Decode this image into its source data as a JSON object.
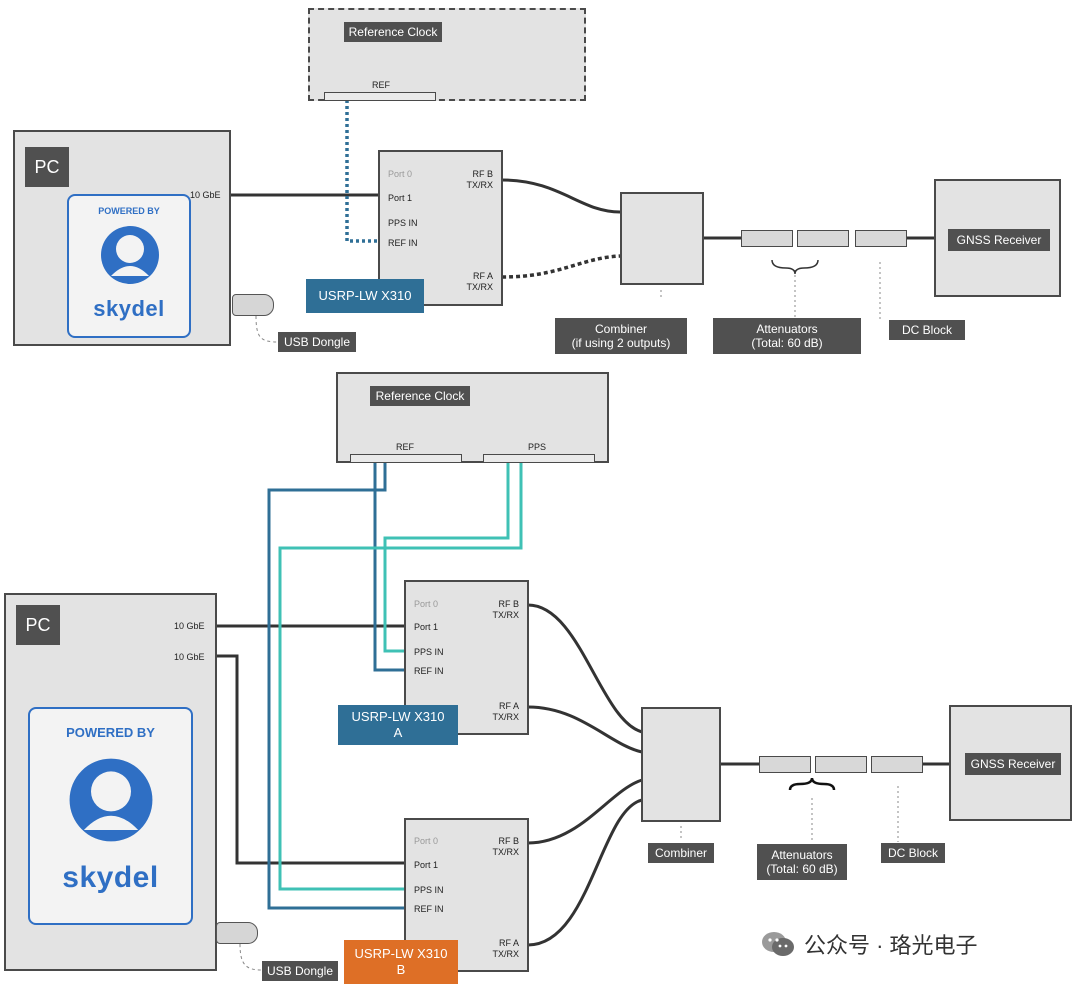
{
  "diagram_top": {
    "ref_clock": {
      "title": "Reference Clock",
      "ref_label": "REF"
    },
    "pc": {
      "label": "PC",
      "port_label": "10 GbE",
      "logo_top": "POWERED BY",
      "logo_brand": "skydel"
    },
    "usb_dongle": "USB Dongle",
    "usrp": {
      "name": "USRP-LW X310",
      "ports_left": [
        "Port 0",
        "Port 1",
        "PPS IN",
        "REF IN"
      ],
      "rf_b": [
        "RF B",
        "TX/RX"
      ],
      "rf_a": [
        "RF A",
        "TX/RX"
      ]
    },
    "combiner_label": [
      "Combiner",
      "(if using 2 outputs)"
    ],
    "attenuators_label": [
      "Attenuators",
      "(Total: 60 dB)"
    ],
    "dc_block": "DC Block",
    "gnss": "GNSS Receiver"
  },
  "diagram_bottom": {
    "ref_clock": {
      "title": "Reference Clock",
      "ref_label": "REF",
      "pps_label": "PPS"
    },
    "pc": {
      "label": "PC",
      "port_label_1": "10 GbE",
      "port_label_2": "10 GbE",
      "logo_top": "POWERED BY",
      "logo_brand": "skydel"
    },
    "usb_dongle": "USB Dongle",
    "usrp_a": {
      "name": "USRP-LW X310",
      "suffix": "A",
      "ports_left": [
        "Port 0",
        "Port 1",
        "PPS IN",
        "REF IN"
      ],
      "rf_b": [
        "RF B",
        "TX/RX"
      ],
      "rf_a": [
        "RF A",
        "TX/RX"
      ]
    },
    "usrp_b": {
      "name": "USRP-LW X310",
      "suffix": "B",
      "ports_left": [
        "Port 0",
        "Port 1",
        "PPS IN",
        "REF IN"
      ],
      "rf_b": [
        "RF B",
        "TX/RX"
      ],
      "rf_a": [
        "RF A",
        "TX/RX"
      ]
    },
    "combiner": "Combiner",
    "attenuators_label": [
      "Attenuators",
      "(Total: 60 dB)"
    ],
    "dc_block": "DC Block",
    "gnss": "GNSS Receiver"
  },
  "colors": {
    "wire": "#333333",
    "ref_wire": "#2f6f96",
    "pps_wire": "#3fc1b5",
    "usrp_a": "#2f6f96",
    "usrp_b": "#de6f26",
    "skydel": "#2f6fc4"
  },
  "watermark": {
    "icon": "wechat-icon",
    "text": "公众号 · 珞光电子"
  }
}
